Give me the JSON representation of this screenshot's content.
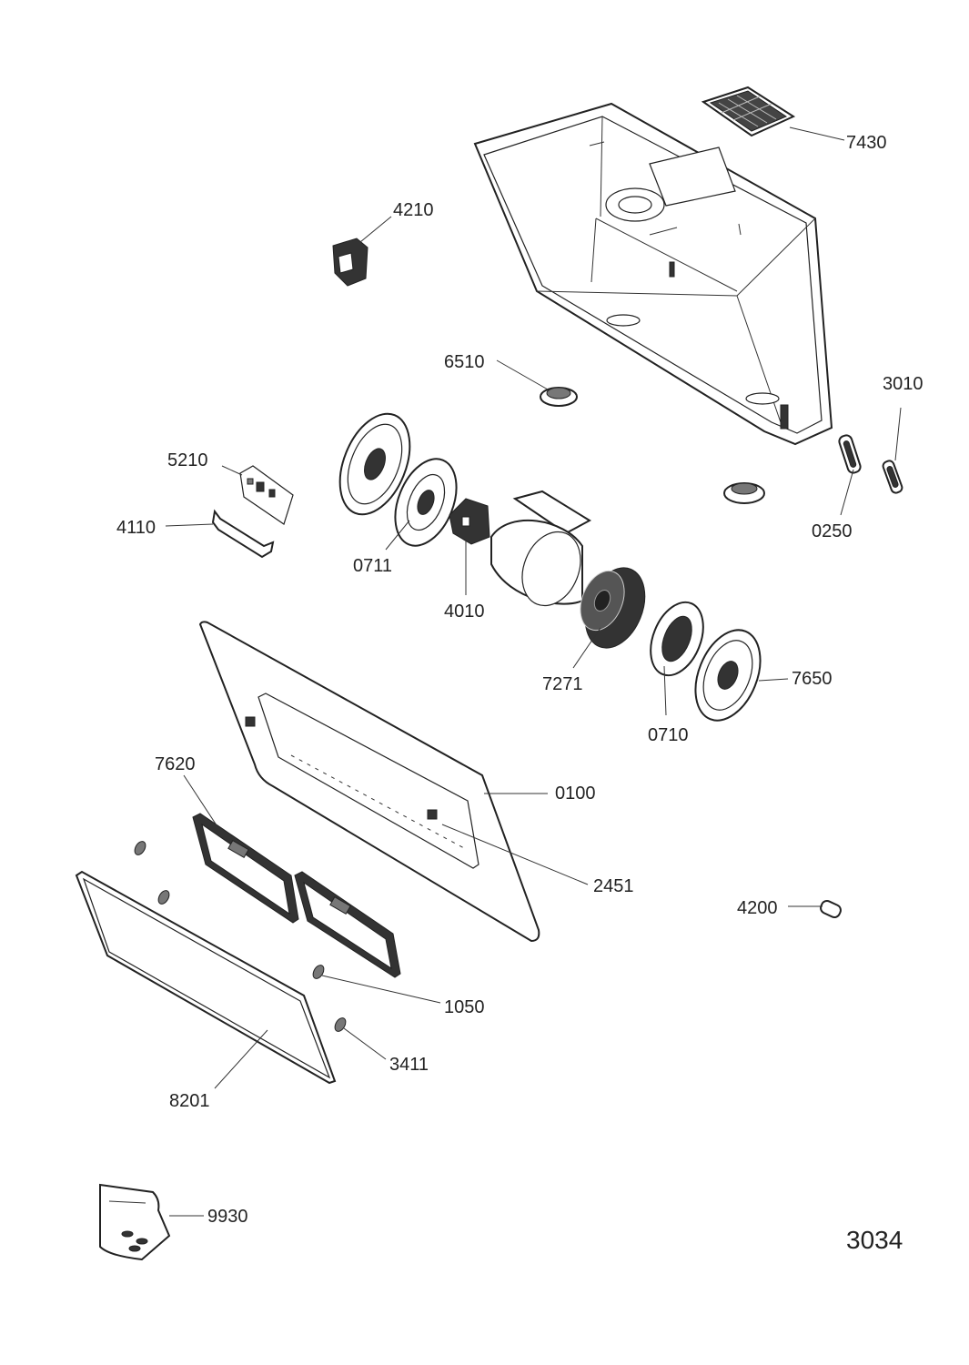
{
  "diagram": {
    "sheet_number": "3034",
    "colors": {
      "line": "#222222",
      "text": "#222222",
      "background": "#ffffff"
    },
    "parts": [
      {
        "id": "7430",
        "icon": "filter-grid-icon"
      },
      {
        "id": "4210",
        "icon": "switch-block-icon"
      },
      {
        "id": "6510",
        "icon": "ring-icon"
      },
      {
        "id": "3010",
        "icon": "clip-icon"
      },
      {
        "id": "5210",
        "icon": "circuit-board-icon"
      },
      {
        "id": "4110",
        "icon": "bracket-icon"
      },
      {
        "id": "0711",
        "icon": "fan-grille-icon"
      },
      {
        "id": "4010",
        "icon": "motor-icon"
      },
      {
        "id": "0250",
        "icon": "clip-icon"
      },
      {
        "id": "7271",
        "icon": "impeller-icon"
      },
      {
        "id": "0710",
        "icon": "fan-grille-icon"
      },
      {
        "id": "7650",
        "icon": "fan-cover-icon"
      },
      {
        "id": "7620",
        "icon": "grease-filter-icon"
      },
      {
        "id": "0100",
        "icon": "front-panel-icon"
      },
      {
        "id": "2451",
        "icon": "switch-icon"
      },
      {
        "id": "4200",
        "icon": "lamp-icon"
      },
      {
        "id": "1050",
        "icon": "screw-icon"
      },
      {
        "id": "3411",
        "icon": "screw-icon"
      },
      {
        "id": "8201",
        "icon": "glass-panel-icon"
      },
      {
        "id": "9930",
        "icon": "parts-bag-icon"
      }
    ]
  }
}
